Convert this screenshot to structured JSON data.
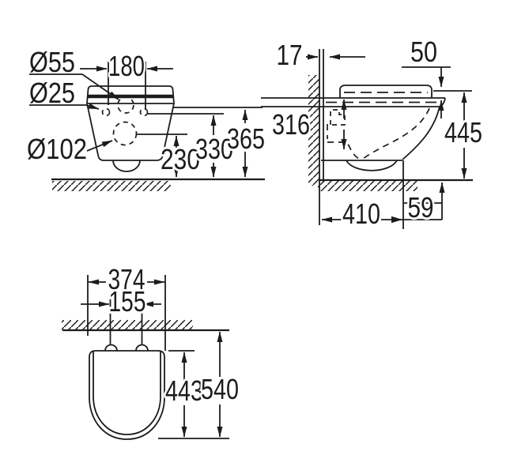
{
  "drawing": {
    "ink": "#1c1c1c",
    "background": "#ffffff",
    "front_view": {
      "flush_hole_dia": "Ø55",
      "bolt_hole_dia": "Ø25",
      "outlet_dia": "Ø102",
      "bolt_spacing": "180",
      "outlet_height": "230",
      "bolt_height": "330",
      "rim_height": "365"
    },
    "side_view": {
      "wall_offset": "17",
      "seat_stack_height": "50",
      "shelf_height": "316",
      "overall_height": "445",
      "bowl_depth": "410",
      "front_overhang": "59"
    },
    "plan_view": {
      "bowl_width": "374",
      "bolt_spacing": "155",
      "seat_length": "443",
      "overall_depth": "540"
    }
  }
}
